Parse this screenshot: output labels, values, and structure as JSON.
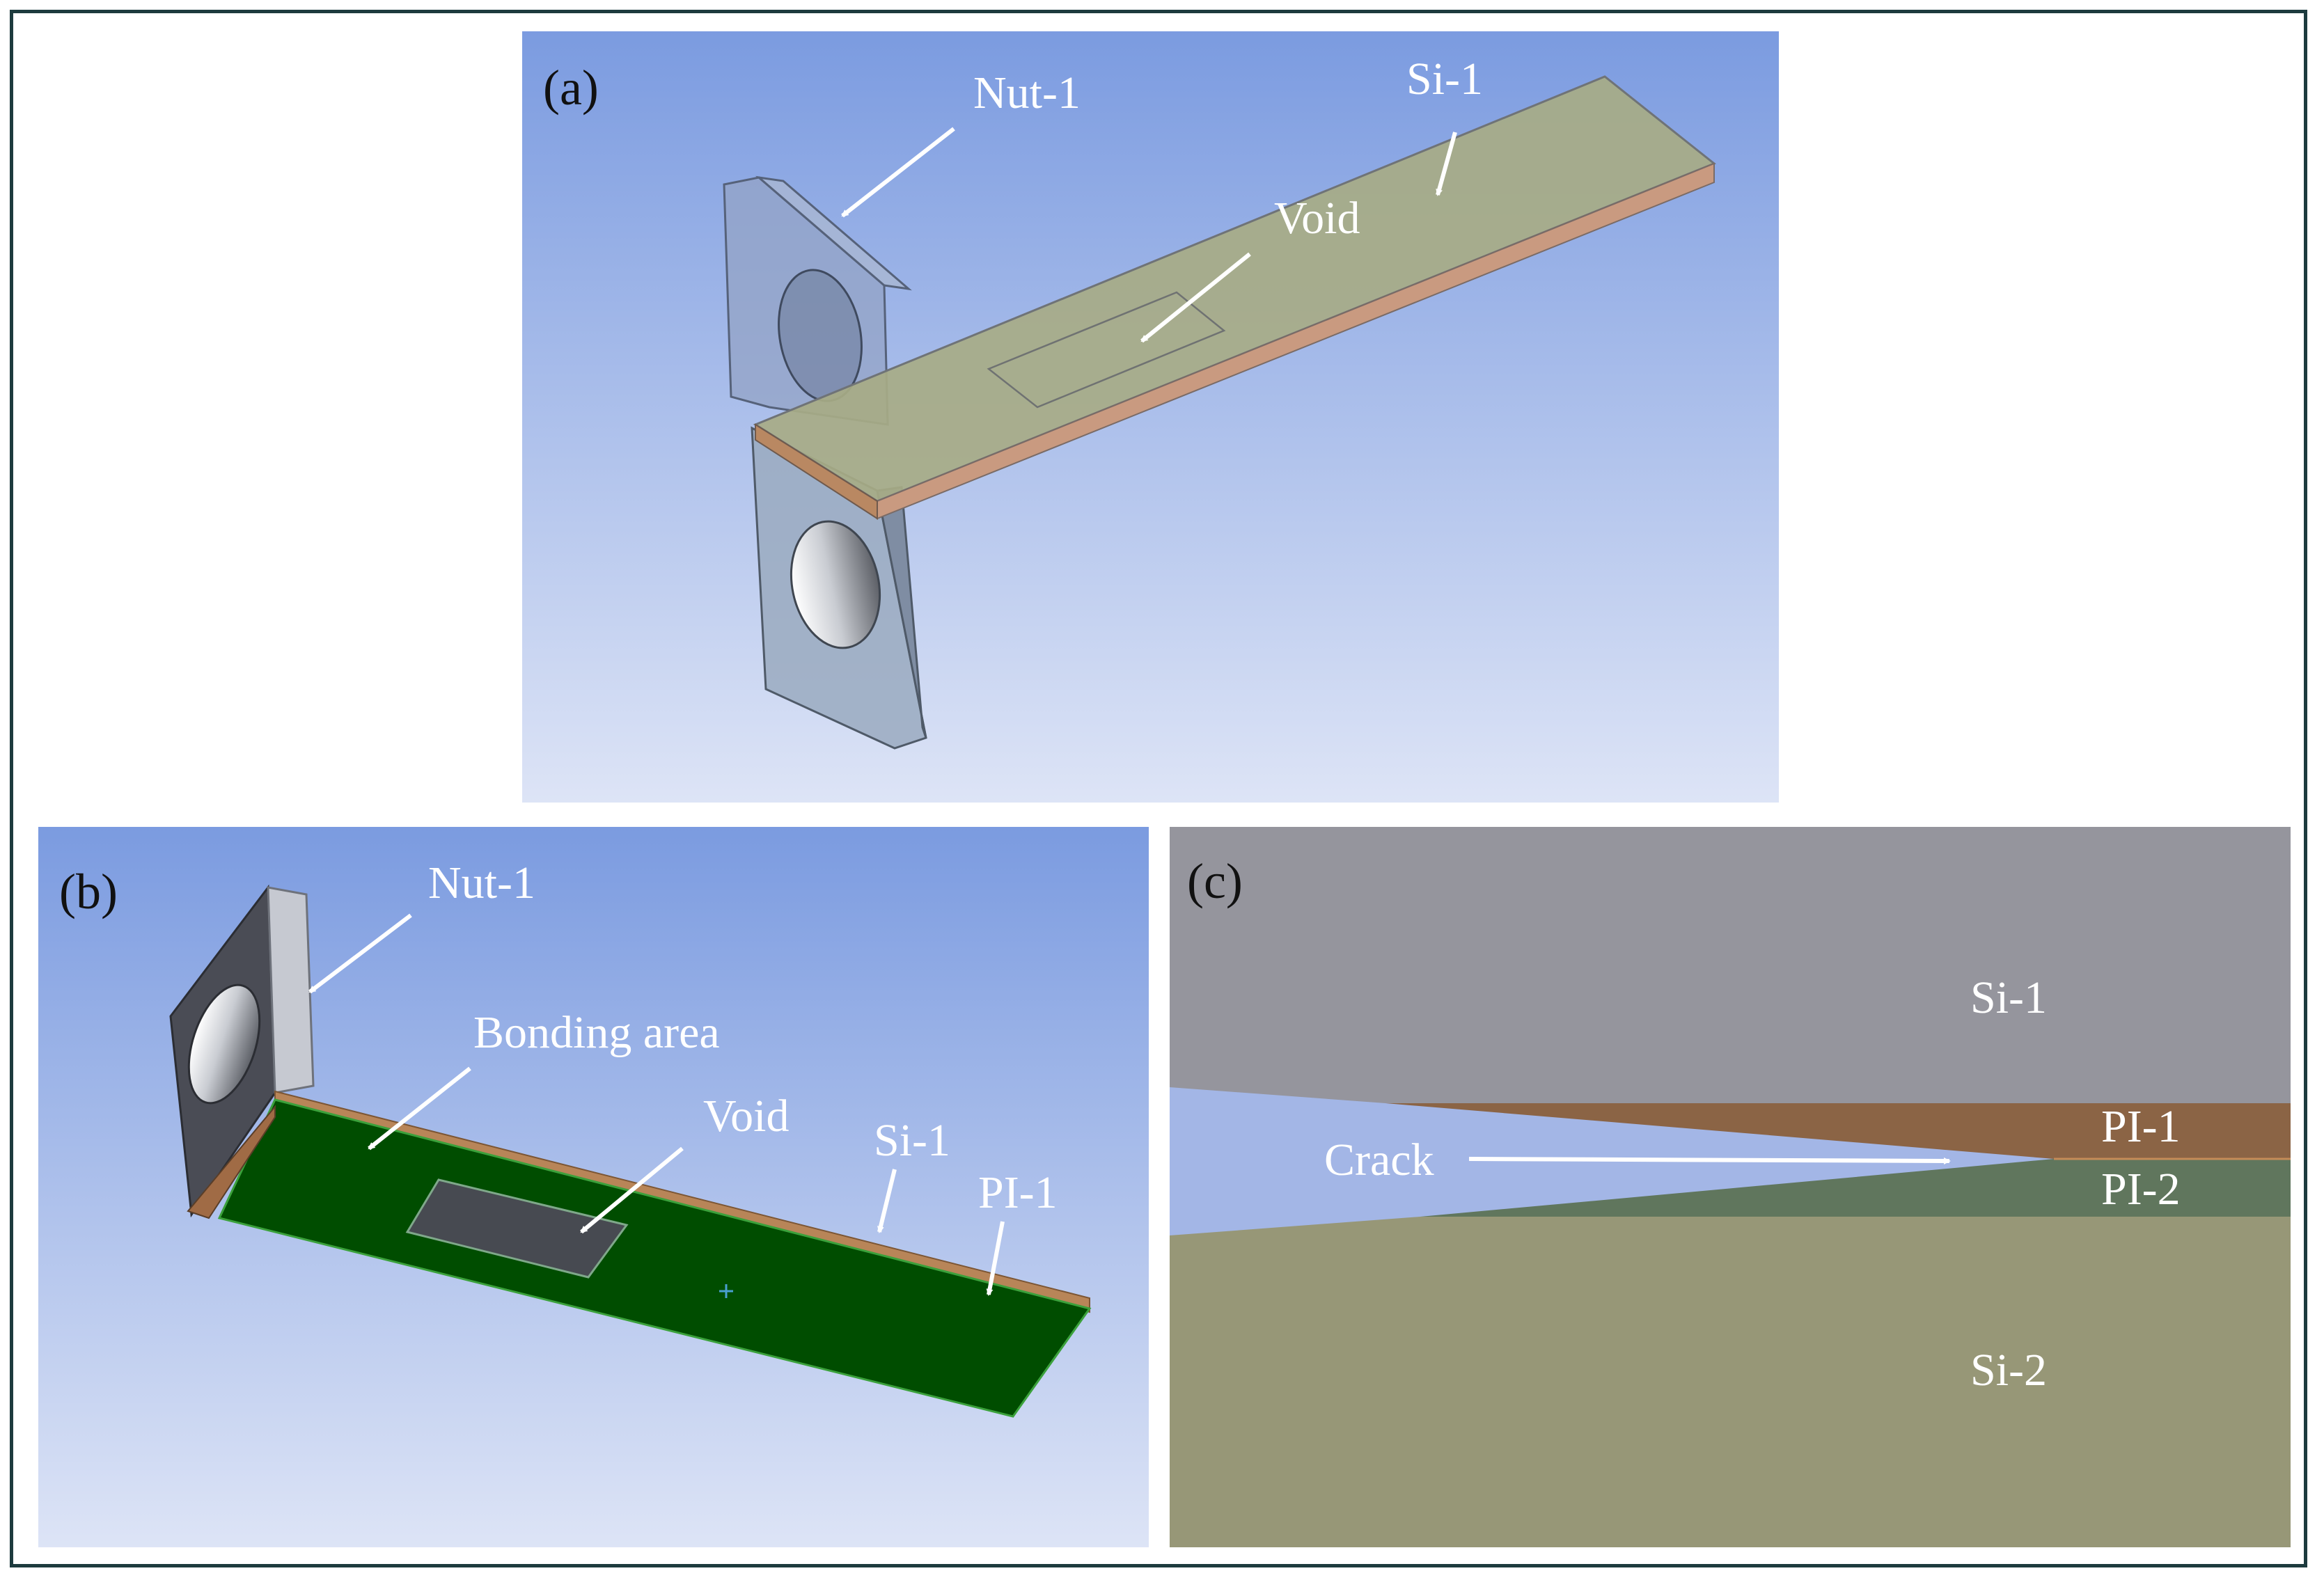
{
  "panel_a": {
    "tag": "(a)",
    "labels": {
      "nut": "Nut-1",
      "si": "Si-1",
      "void": "Void"
    }
  },
  "panel_b": {
    "tag": "(b)",
    "labels": {
      "nut": "Nut-1",
      "bonding": "Bonding area",
      "void": "Void",
      "si": "Si-1",
      "pi": "PI-1"
    }
  },
  "panel_c": {
    "tag": "(c)",
    "labels": {
      "si1": "Si-1",
      "pi1": "PI-1",
      "crack": "Crack",
      "pi2": "PI-2",
      "si2": "Si-2"
    }
  },
  "colors": {
    "bg_top": "#7b9be0",
    "bg_bottom": "#dde4f6",
    "beam": "#a7ab86",
    "pi_orange": "#b88558",
    "bonding_green": "#004d00",
    "void_gray": "#474a51",
    "si1_gray": "#95959d",
    "pi1_brown": "#8b6445",
    "pi2_green": "#60765d",
    "si2_olive": "#979777",
    "frame": "#1d3b3e"
  },
  "icons": [
    "arrow-icon",
    "nut-hole-icon",
    "center-cross-icon"
  ]
}
